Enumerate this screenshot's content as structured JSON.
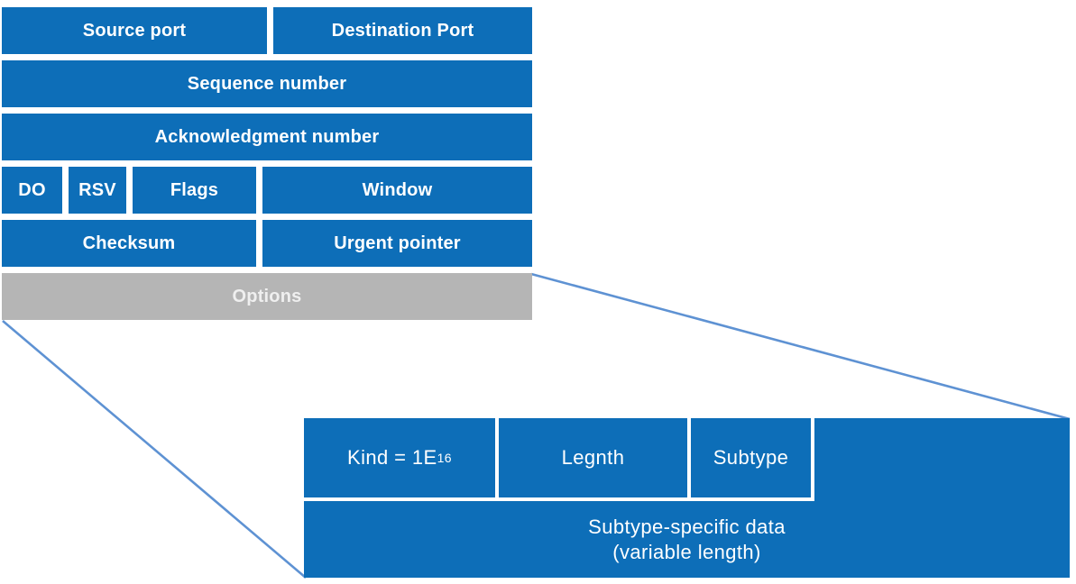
{
  "colors": {
    "cell_blue": "#0d6eb8",
    "options_gray": "#b5b5b5",
    "options_text": "#efefef",
    "header_text": "#ffffff",
    "detail_text": "#ffffff",
    "connector_blue": "#5e92d3"
  },
  "tcp_header": {
    "source_port": "Source port",
    "destination_port": "Destination Port",
    "sequence_number": "Sequence number",
    "acknowledgment_number": "Acknowledgment number",
    "data_offset": "DO",
    "reserved": "RSV",
    "flags": "Flags",
    "window": "Window",
    "checksum": "Checksum",
    "urgent_pointer": "Urgent pointer",
    "options": "Options"
  },
  "option_detail": {
    "kind_prefix": "Kind = 1E",
    "kind_subscript": "16",
    "length": "Legnth",
    "subtype": "Subtype",
    "data_line1": "Subtype-specific data",
    "data_line2": "(variable length)"
  }
}
